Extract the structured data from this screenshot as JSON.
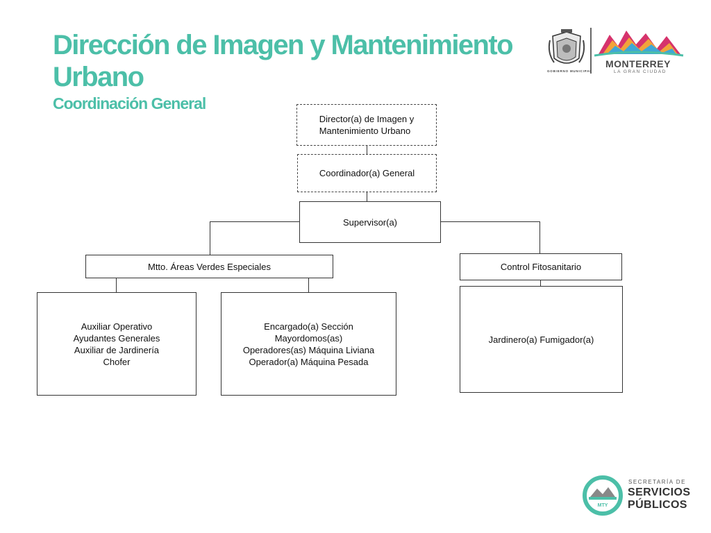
{
  "header": {
    "title_line1": "Dirección de Imagen y Mantenimiento",
    "title_line2": "Urbano",
    "subtitle": "Coordinación General"
  },
  "logos": {
    "seal_text": "GOBIERNO MUNICIPAL",
    "city_name": "MONTERREY",
    "city_tagline": "LA GRAN CIUDAD",
    "secretaria_small": "SECRETARÍA DE",
    "secretaria_line1": "SERVICIOS",
    "secretaria_line2": "PÚBLICOS",
    "badge_text": "MTY"
  },
  "org": {
    "director": [
      "Director(a) de Imagen y",
      "Mantenimiento Urbano"
    ],
    "coordinator": "Coordinador(a) General",
    "supervisor": "Supervisor(a)",
    "areas_verdes": "Mtto. Áreas Verdes Especiales",
    "control_fito": "Control Fitosanitario",
    "auxiliar_box": [
      "Auxiliar Operativo",
      "Ayudantes Generales",
      "Auxiliar de Jardinería",
      "Chofer"
    ],
    "encargado_box": [
      "Encargado(a) Sección",
      "Mayordomos(as)",
      "Operadores(as) Máquina Liviana",
      "Operador(a) Máquina Pesada"
    ],
    "jardinero_box": "Jardinero(a) Fumigador(a)"
  },
  "colors": {
    "accent": "#4cbfa8",
    "text": "#111111",
    "line": "#333333"
  }
}
